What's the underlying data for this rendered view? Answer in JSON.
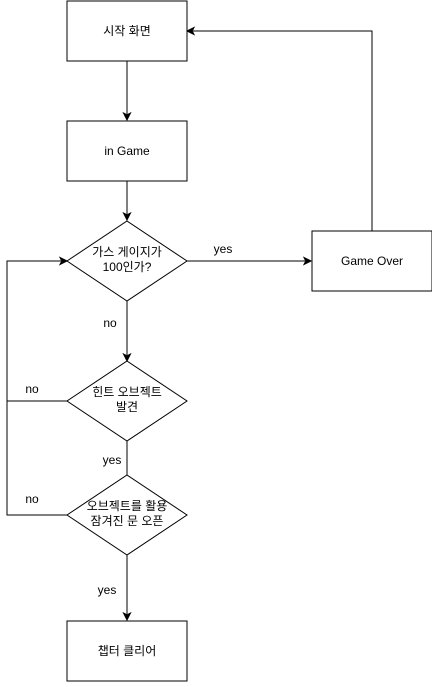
{
  "nodes": {
    "start": "시작 화면",
    "in_game": "in Game",
    "gas_check": [
      "가스 게이지가",
      "100인가?"
    ],
    "game_over": "Game Over",
    "hint": [
      "힌트 오브젝트",
      "발견"
    ],
    "use_object": [
      "오브젝트를 활용",
      "잠겨진 문 오픈"
    ],
    "chapter_clear": "챕터 클리어"
  },
  "edge_labels": {
    "gas_yes": "yes",
    "gas_no": "no",
    "hint_no": "no",
    "hint_yes": "yes",
    "use_no": "no",
    "use_yes": "yes"
  }
}
